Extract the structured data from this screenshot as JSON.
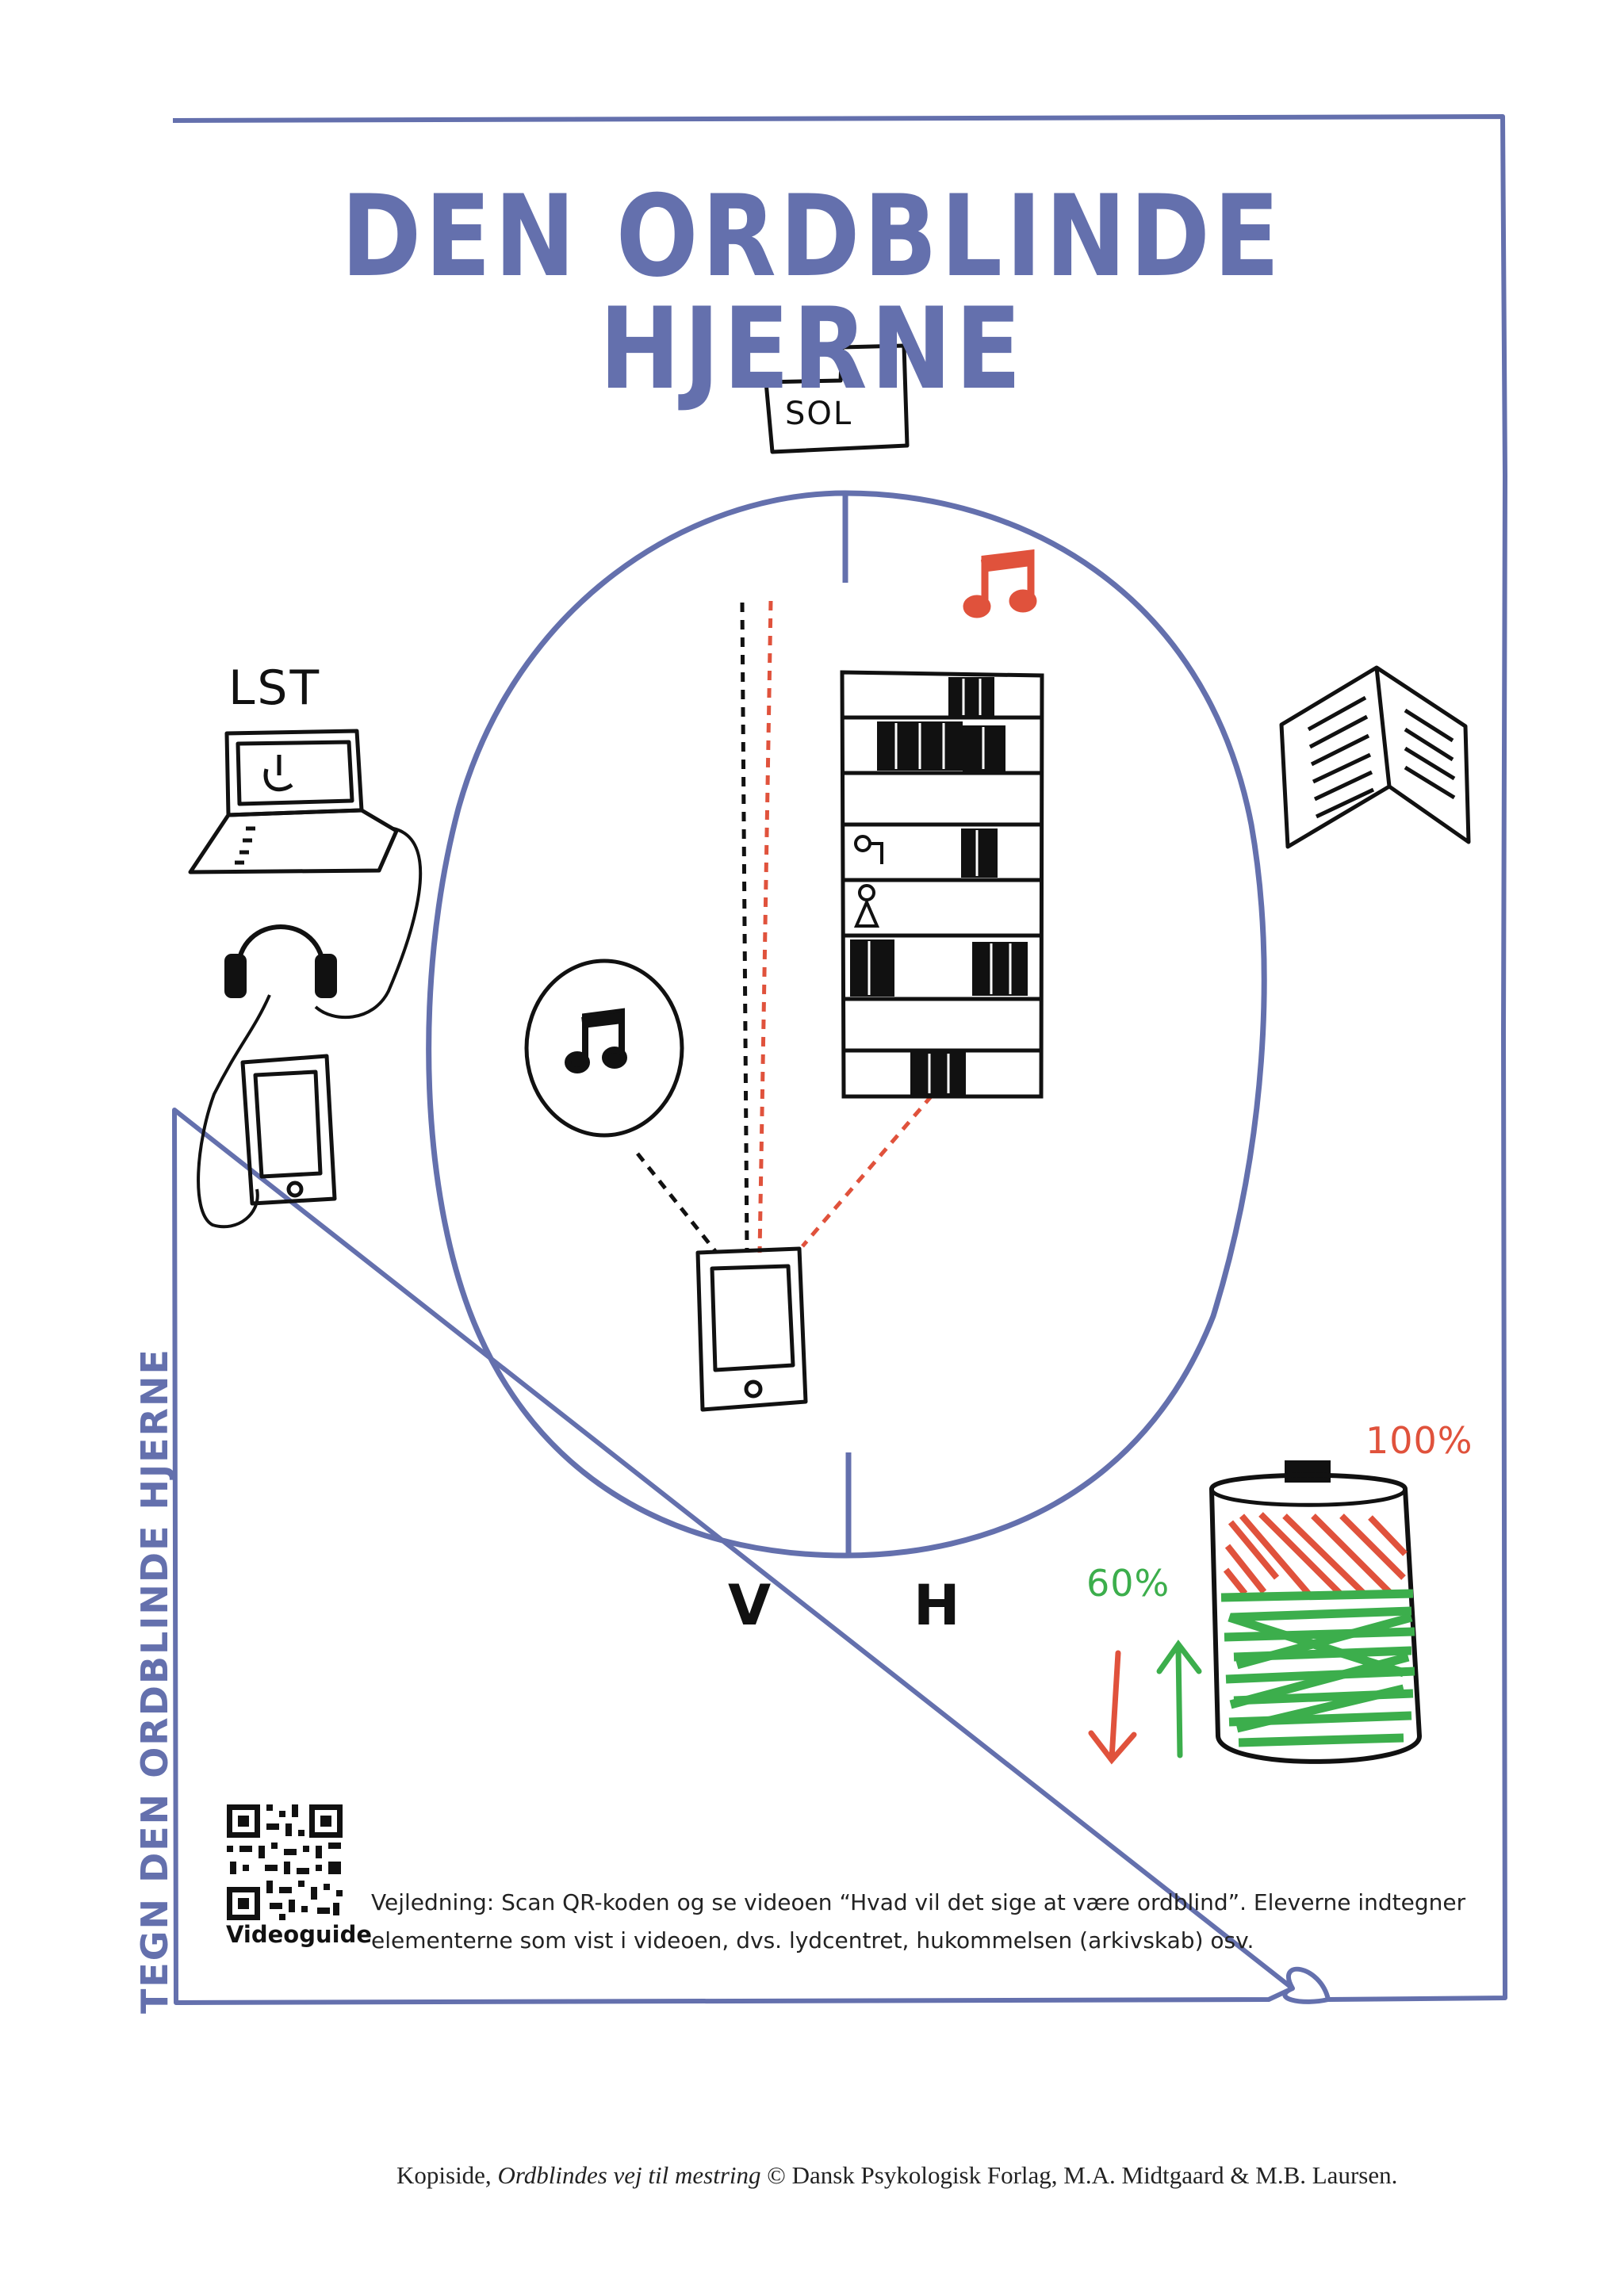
{
  "title": "DEN ORDBLINDE HJERNE",
  "side_title": "TEGN DEN ORDBLINDE HJERNE",
  "labels": {
    "sol": "SOL",
    "lst": "LST",
    "left_hemisphere": "V",
    "right_hemisphere": "H",
    "battery_full": "100%",
    "battery_level": "60%"
  },
  "battery": {
    "full_percent": 100,
    "level_percent": 60
  },
  "qr": {
    "label": "Videoguide"
  },
  "instructions": "Vejledning: Scan QR-koden og se videoen “Hvad vil det sige at være ordblind”. Eleverne indtegner elementerne som vist i videoen, dvs. lydcentret, hukommelsen (arkivskab) osv.",
  "footer": {
    "prefix": "Kopiside, ",
    "book_title": "Ordblindes vej til mestring",
    "suffix": " © Dansk Psykologisk Forlag, M.A. Midtgaard & M.B. Laursen."
  },
  "colors": {
    "frame": "#6470ad",
    "title": "#6470ad",
    "ink": "#111111",
    "red": "#e0523c",
    "green": "#3cae4c"
  },
  "icons": [
    "file-card-icon",
    "music-note-icon",
    "laptop-icon",
    "headphones-icon",
    "tablet-icon",
    "book-icon",
    "bookshelf-icon",
    "phone-icon",
    "battery-icon",
    "arrow-down-icon",
    "arrow-up-icon",
    "qr-code-icon"
  ]
}
